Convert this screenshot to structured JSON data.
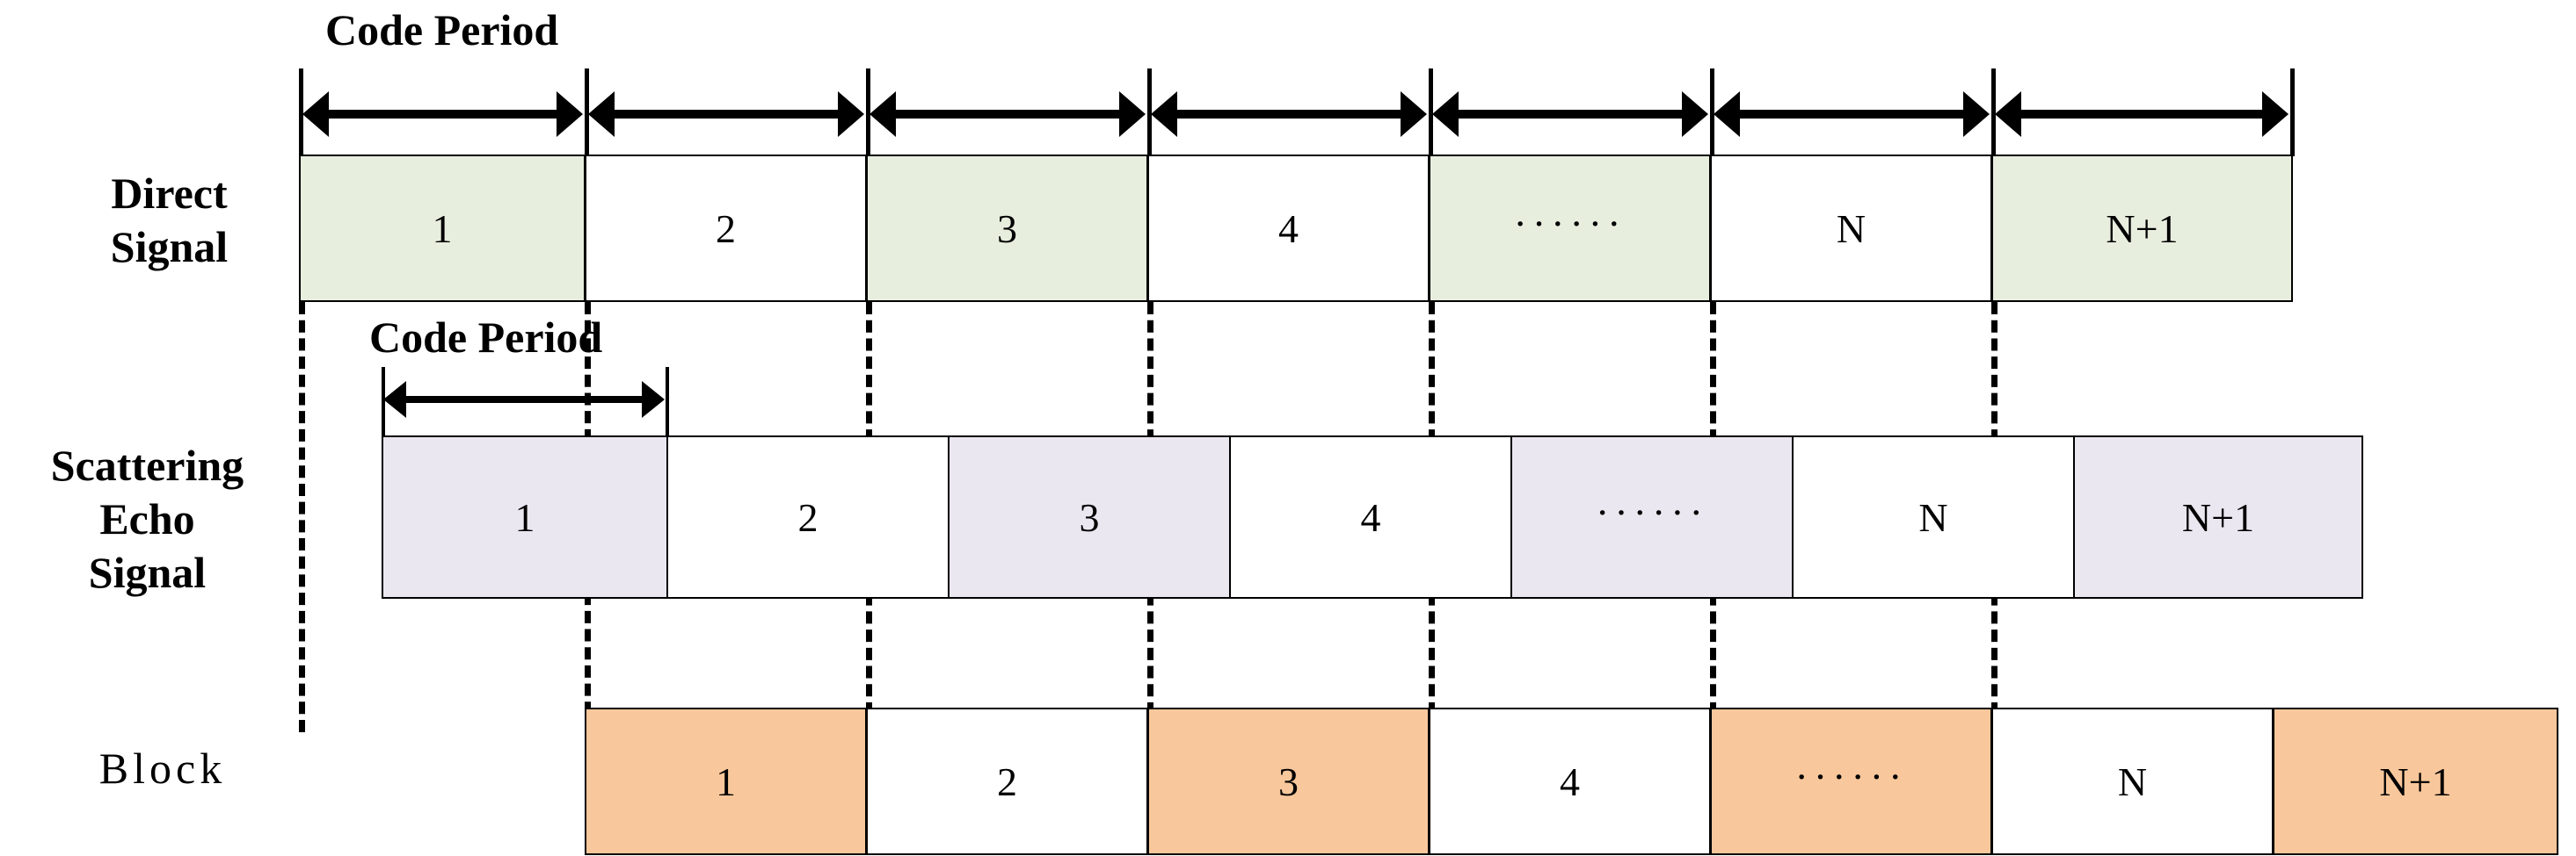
{
  "figure": {
    "type": "timing-diagram",
    "title": "",
    "rows": [
      {
        "id": "direct-signal",
        "label": "Direct\nSignal",
        "fill": "#E8EEDE",
        "cells": [
          {
            "text": "1",
            "filled": true
          },
          {
            "text": "2",
            "filled": false
          },
          {
            "text": "3",
            "filled": true
          },
          {
            "text": "4",
            "filled": false
          },
          {
            "text": "······",
            "filled": true
          },
          {
            "text": "N",
            "filled": false
          },
          {
            "text": "N+1",
            "filled": true
          }
        ]
      },
      {
        "id": "scattering-echo-signal",
        "label": "Scattering\nEcho\nSignal",
        "fill": "#EBE7F0",
        "cells": [
          {
            "text": "1",
            "filled": true
          },
          {
            "text": "2",
            "filled": false
          },
          {
            "text": "3",
            "filled": true
          },
          {
            "text": "4",
            "filled": false
          },
          {
            "text": "······",
            "filled": true
          },
          {
            "text": "N",
            "filled": false
          },
          {
            "text": "N+1",
            "filled": true
          }
        ]
      },
      {
        "id": "block",
        "label": "Block",
        "fill": "#F8C79B",
        "cells": [
          {
            "text": "1",
            "filled": true
          },
          {
            "text": "2",
            "filled": false
          },
          {
            "text": "3",
            "filled": true
          },
          {
            "text": "4",
            "filled": false
          },
          {
            "text": "······",
            "filled": true
          },
          {
            "text": "N",
            "filled": false
          },
          {
            "text": "N+1",
            "filled": true
          }
        ]
      }
    ],
    "annotations": {
      "code_period_top": "Code Period",
      "code_period_echo": "Code Period"
    },
    "colors": {
      "line": "#000000",
      "direct_fill": "#E8EEDE",
      "scatter_fill": "#EBE7F0",
      "block_fill": "#F8C79B",
      "background": "#FFFFFF"
    }
  }
}
